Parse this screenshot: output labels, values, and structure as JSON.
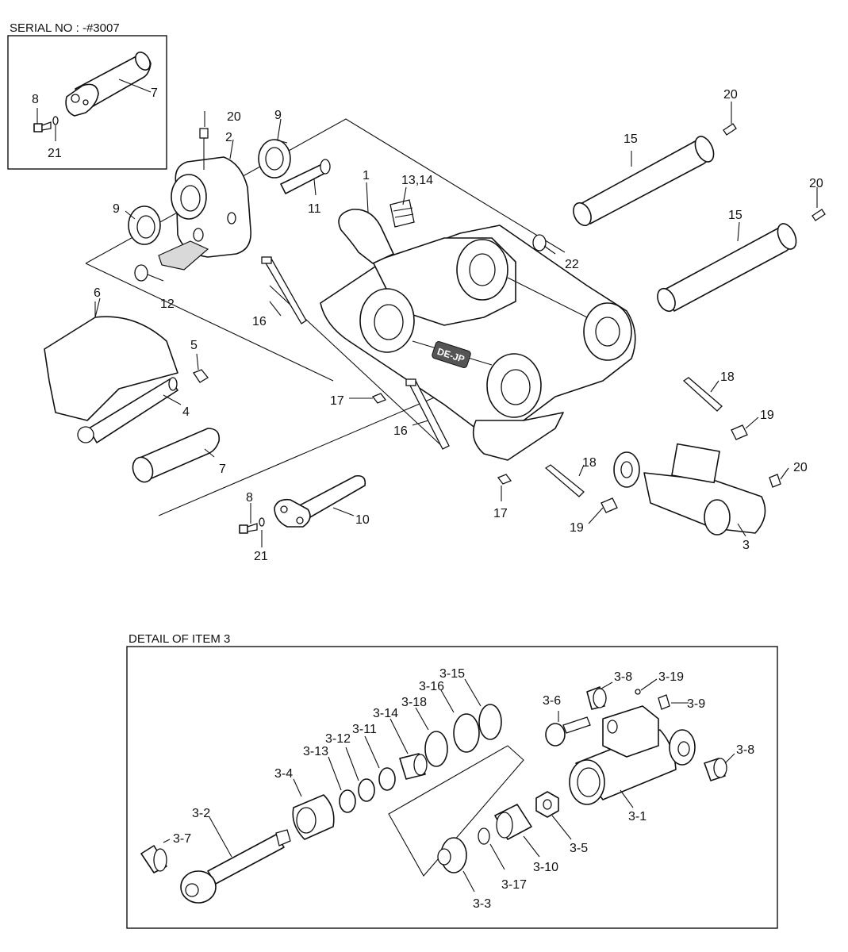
{
  "inset": {
    "serial_label": "SERIAL NO : -#3007"
  },
  "detail": {
    "title": "DETAIL OF ITEM 3"
  },
  "main_labels": {
    "l7_inset": "7",
    "l8_inset": "8",
    "l21_inset": "21",
    "l20_top": "20",
    "l2": "2",
    "l9_top": "9",
    "l9_left": "9",
    "l11": "11",
    "l1": "1",
    "l13_14": "13,14",
    "l12": "12",
    "l20_r1": "20",
    "l15_a": "15",
    "l20_r2": "20",
    "l15_b": "15",
    "l22": "22",
    "l6": "6",
    "l5": "5",
    "l4": "4",
    "l16_a": "16",
    "l16_b": "16",
    "l17_a": "17",
    "l17_b": "17",
    "l7_main": "7",
    "l8_main": "8",
    "l21_main": "21",
    "l10": "10",
    "l18_a": "18",
    "l18_b": "18",
    "l19_a": "19",
    "l19_b": "19",
    "l20_r3": "20",
    "l3": "3"
  },
  "detail_labels": {
    "d3_15": "3-15",
    "d3_16": "3-16",
    "d3_18": "3-18",
    "d3_14": "3-14",
    "d3_11": "3-11",
    "d3_12": "3-12",
    "d3_13": "3-13",
    "d3_4": "3-4",
    "d3_2": "3-2",
    "d3_7": "3-7",
    "d3_8_top": "3-8",
    "d3_19": "3-19",
    "d3_9": "3-9",
    "d3_6": "3-6",
    "d3_8_right": "3-8",
    "d3_1": "3-1",
    "d3_5": "3-5",
    "d3_10": "3-10",
    "d3_17": "3-17",
    "d3_3": "3-3"
  },
  "logo": {
    "text": "DE-JP"
  }
}
